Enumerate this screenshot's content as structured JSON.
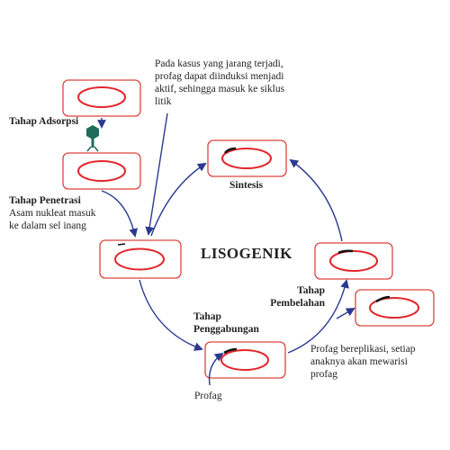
{
  "diagram": {
    "center_title": "LISOGENIK",
    "labels": {
      "induction_note": [
        "Pada kasus yang jarang terjadi,",
        "profag dapat diinduksi menjadi",
        "aktif, sehingga masuk ke siklus",
        "litik"
      ],
      "adsorption": "Tahap Adsorpsi",
      "penetration_title": "Tahap Penetrasi",
      "penetration_desc": [
        "Asam nukleat masuk",
        "ke dalam sel inang"
      ],
      "synthesis": "Sintesis",
      "division": [
        "Tahap",
        "Pembelahan"
      ],
      "integration": [
        "Tahap",
        "Penggabungan"
      ],
      "prophage": "Profag",
      "replication_note": [
        "Profag bereplikasi, setiap",
        "anaknya akan mewarisi",
        "profag"
      ]
    },
    "colors": {
      "cell_border": "#d9453f",
      "dna_ring": "#e3262b",
      "prophage_segment": "#111111",
      "arrow": "#2b3990",
      "phage": "#1f6b5c"
    },
    "icons": [
      "bacteriophage-icon"
    ]
  }
}
